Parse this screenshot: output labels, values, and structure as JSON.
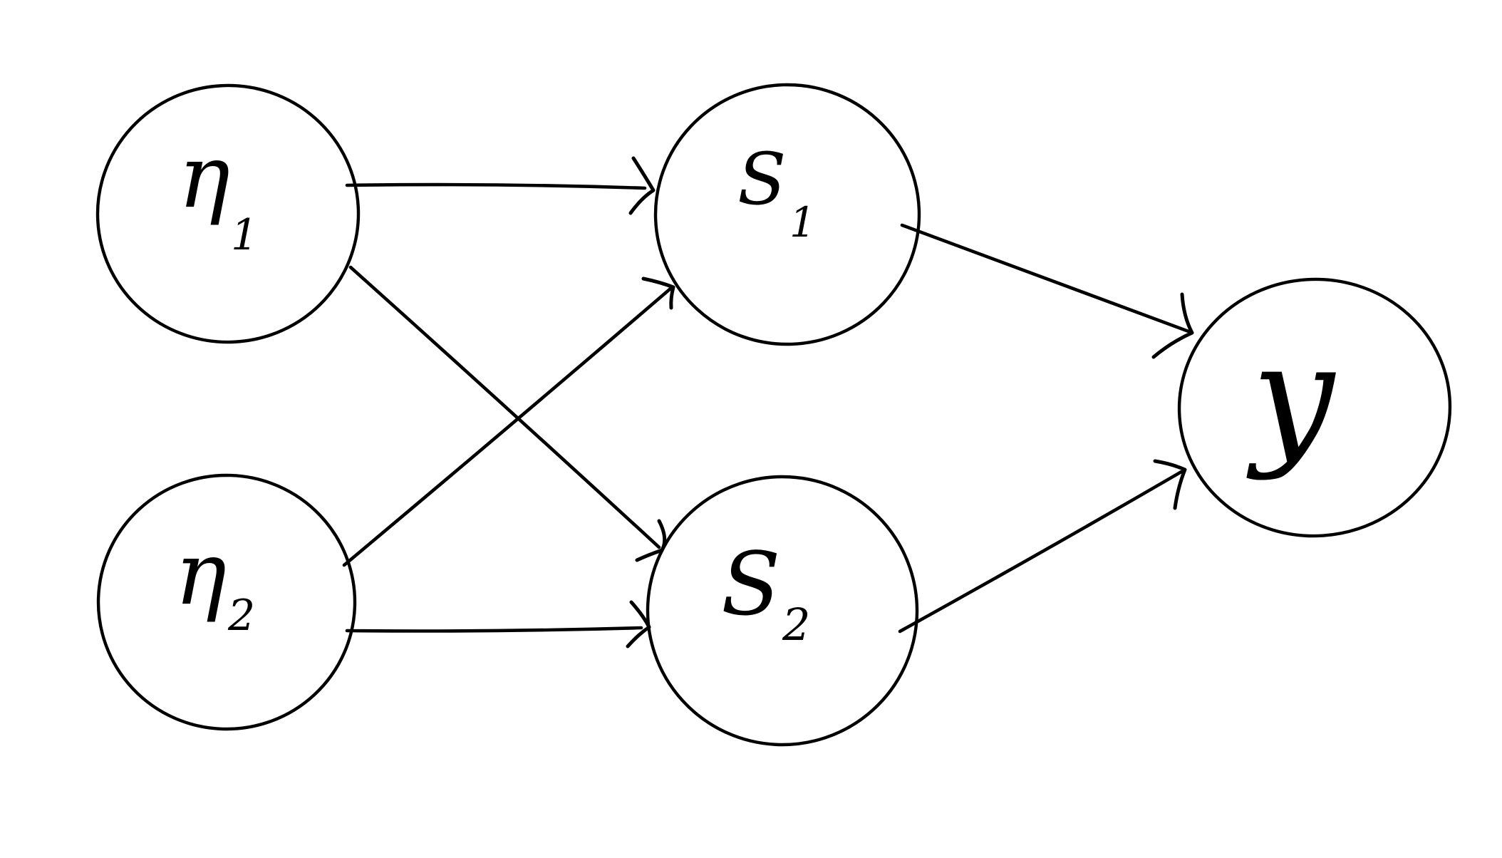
{
  "diagram": {
    "kind": "hand-drawn network sketch",
    "background_color": "#ffffff",
    "ink_color": "#000000",
    "nodes": [
      {
        "id": "eta-1",
        "label": "η₁",
        "label_main": "η",
        "label_sub": "1"
      },
      {
        "id": "eta-2",
        "label": "η₂",
        "label_main": "η",
        "label_sub": "2"
      },
      {
        "id": "s-1",
        "label": "S₁",
        "label_main": "S",
        "label_sub": "1"
      },
      {
        "id": "s-2",
        "label": "S₂",
        "label_main": "S",
        "label_sub": "2"
      },
      {
        "id": "y",
        "label": "y",
        "label_main": "y",
        "label_sub": ""
      }
    ],
    "edges": [
      {
        "from": "η₁",
        "to": "S₁",
        "arrow": true
      },
      {
        "from": "η₁",
        "to": "S₂",
        "arrow": true
      },
      {
        "from": "η₂",
        "to": "S₁",
        "arrow": true
      },
      {
        "from": "η₂",
        "to": "S₂",
        "arrow": true
      },
      {
        "from": "S₁",
        "to": "y",
        "arrow": true
      },
      {
        "from": "S₂",
        "to": "y",
        "arrow": true
      }
    ]
  }
}
